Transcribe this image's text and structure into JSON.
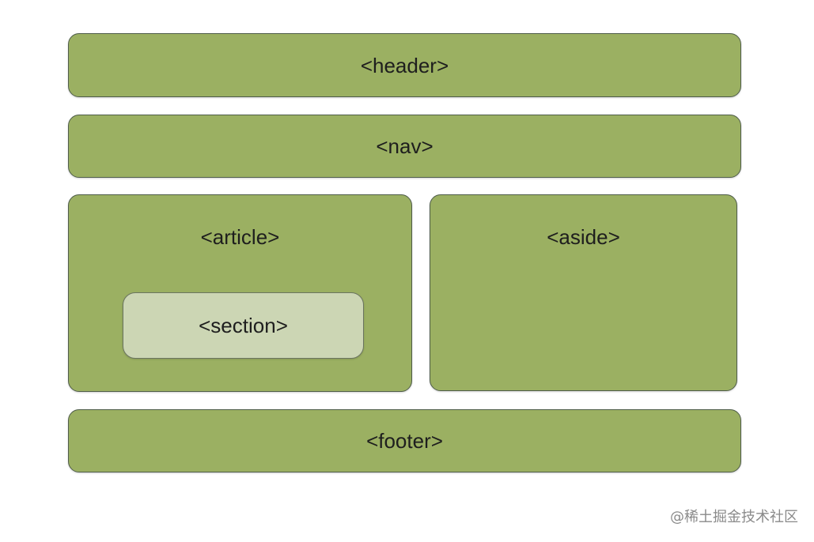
{
  "diagram": {
    "header": {
      "label": "<header>"
    },
    "nav": {
      "label": "<nav>"
    },
    "article": {
      "label": "<article>",
      "section": {
        "label": "<section>"
      }
    },
    "aside": {
      "label": "<aside>"
    },
    "footer": {
      "label": "<footer>"
    }
  },
  "watermark": "@稀土掘金技术社区",
  "colors": {
    "box_fill": "#9bb062",
    "box_border": "#4f5d4a",
    "section_fill": "#ccd6b4",
    "text": "#1e1e1e",
    "watermark": "#8a8a8a"
  }
}
